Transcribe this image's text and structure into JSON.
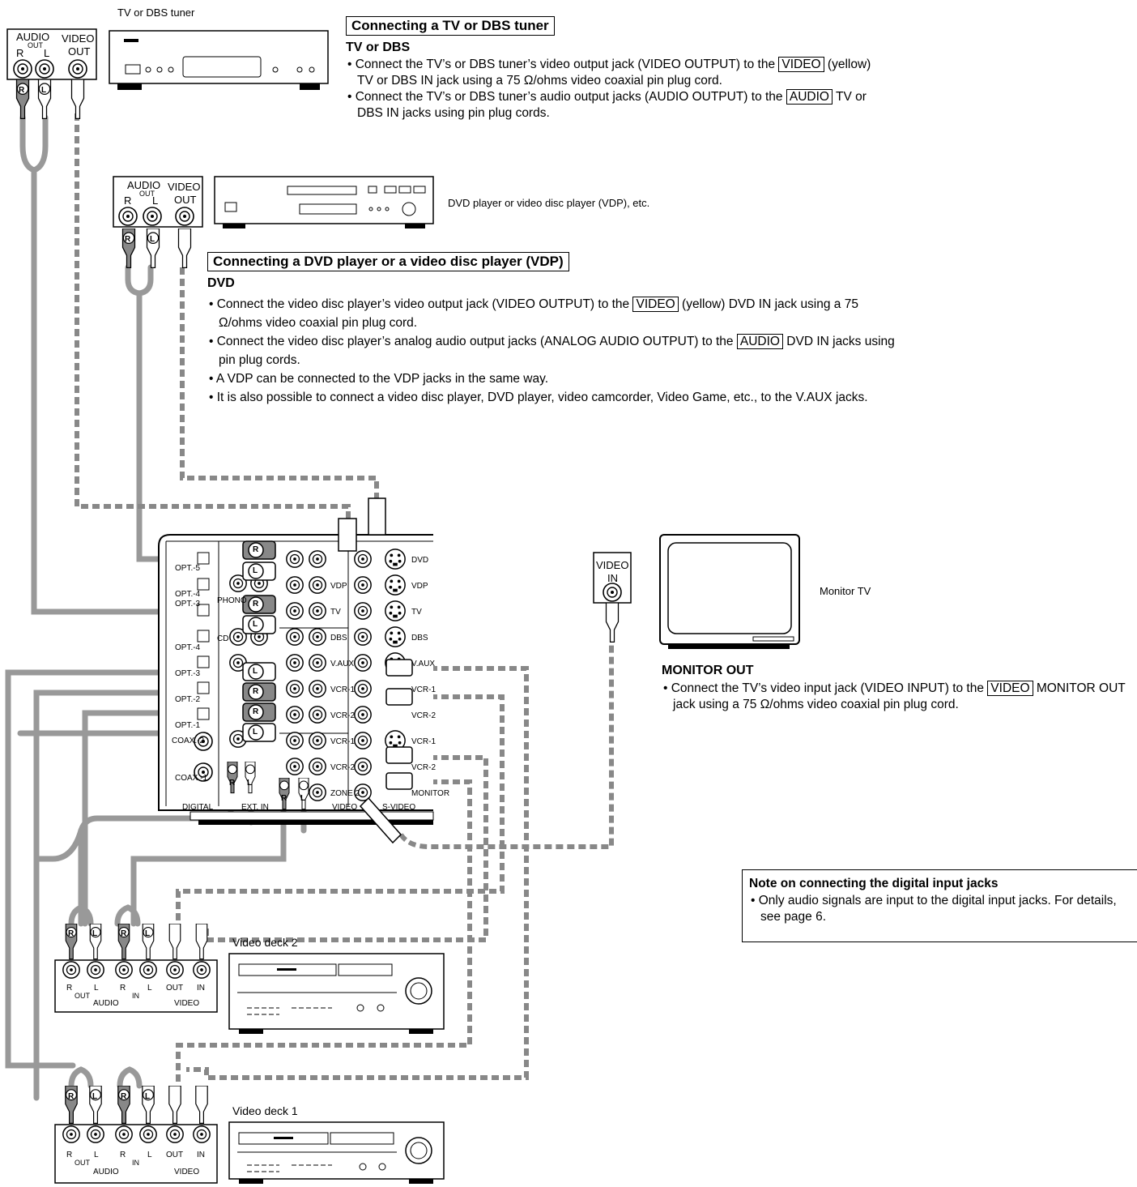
{
  "devices": {
    "tv_dbs_label": "TV or DBS tuner",
    "dvd_label": "DVD player or video disc player (VDP), etc.",
    "monitor_label": "Monitor TV",
    "deck2_label": "Video deck 2",
    "deck1_label": "Video deck 1"
  },
  "jacks": {
    "audio": "AUDIO",
    "out": "OUT",
    "in": "IN",
    "video": "VIDEO",
    "r": "R",
    "l": "L",
    "r_plug": "R",
    "l_plug": "L"
  },
  "tv_section": {
    "title": "Connecting a TV or DBS tuner",
    "heading": "TV or DBS",
    "b1_pre": "Connect the TV’s or DBS tuner’s video output jack (VIDEO OUTPUT) to the",
    "b1_box": "VIDEO",
    "b1_post": "(yellow) TV or DBS IN jack using a 75 Ω/ohms video coaxial pin plug cord.",
    "b2_pre": "Connect the TV’s or DBS tuner’s audio output jacks (AUDIO OUTPUT) to the",
    "b2_box": "AUDIO",
    "b2_post": "TV or DBS IN jacks using pin plug cords."
  },
  "dvd_section": {
    "title": "Connecting a DVD player or a video disc player (VDP)",
    "heading": "DVD",
    "b1_pre": "Connect the video disc player’s video output jack (VIDEO OUTPUT) to the",
    "b1_box": "VIDEO",
    "b1_post": "(yellow) DVD IN jack using a 75 Ω/ohms video coaxial pin plug cord.",
    "b2_pre": "Connect the video disc player’s analog audio output jacks (ANALOG AUDIO OUTPUT) to the",
    "b2_box": "AUDIO",
    "b2_post": "DVD IN jacks using pin plug cords.",
    "b3": "A VDP can be connected to the VDP jacks in the same way.",
    "b4": "It is also possible to connect a video disc player, DVD player, video camcorder, Video Game, etc., to the V.AUX jacks."
  },
  "monitor_section": {
    "heading": "MONITOR OUT",
    "b1_pre": "Connect the TV’s video input jack (VIDEO INPUT) to the",
    "b1_box": "VIDEO",
    "b1_post": "MONITOR OUT jack using a 75 Ω/ohms video coaxial pin plug cord."
  },
  "note": {
    "title": "Note on connecting the digital input jacks",
    "b1": "Only audio signals are input to the digital input jacks. For details, see page 6."
  },
  "receiver": {
    "right_labels": [
      "DVD",
      "VDP",
      "TV",
      "DBS",
      "V.AUX",
      "VCR-1",
      "VCR-2",
      "VCR-1",
      "VCR-2",
      "MONITOR"
    ],
    "mid_labels": [
      "VDP",
      "TV",
      "DBS",
      "V.AUX",
      "VCR-1",
      "VCR-2",
      "VCR-1",
      "VCR-2"
    ],
    "left_labels": [
      "OPT.-5",
      "OPT.-4",
      "OPT.-3",
      "OPT.-4",
      "OPT.-3",
      "OPT.-2",
      "OPT.-1",
      "COAX.-2",
      "COAX.-1"
    ],
    "bottom_digital": "DIGITAL",
    "bottom_ext": "EXT. IN",
    "bottom_video": "VIDEO",
    "bottom_svideo": "S-VIDEO",
    "zone2": "ZONE 2",
    "phono": "PHONO",
    "cd": "CD"
  }
}
